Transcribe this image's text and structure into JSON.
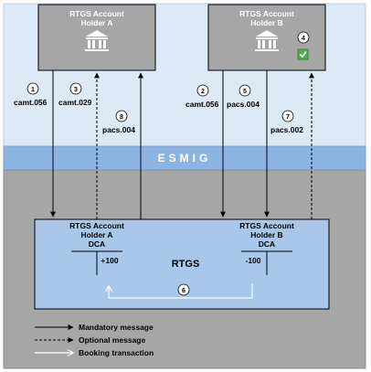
{
  "holder_a": {
    "title_line1": "RTGS Account",
    "title_line2": "Holder A"
  },
  "holder_b": {
    "title_line1": "RTGS Account",
    "title_line2": "Holder B"
  },
  "esmig_label": "ESMIG",
  "rtgs": {
    "label": "RTGS",
    "dca_a": {
      "line1": "RTGS Account",
      "line2": "Holder A",
      "line3": "DCA",
      "amount": "+100"
    },
    "dca_b": {
      "line1": "RTGS Account",
      "line2": "Holder B",
      "line3": "DCA",
      "amount": "-100"
    }
  },
  "messages": [
    {
      "step": "1",
      "name": "camt.056"
    },
    {
      "step": "3",
      "name": "camt.029"
    },
    {
      "step": "8",
      "name": "pacs.004"
    },
    {
      "step": "2",
      "name": "camt.056"
    },
    {
      "step": "5",
      "name": "pacs.004"
    },
    {
      "step": "7",
      "name": "pacs.002"
    }
  ],
  "booking_step": "6",
  "check_step": "4",
  "legend": {
    "mandatory": "Mandatory message",
    "optional": "Optional message",
    "booking": "Booking transaction"
  },
  "colors": {
    "top_band": "#dce9f7",
    "esmig_band": "#8cb4e2",
    "bottom_band": "#a6a6a6",
    "holder_box": "#a6a6a6",
    "rtgs_box": "#a9c7ea",
    "check": "#4caf50"
  }
}
